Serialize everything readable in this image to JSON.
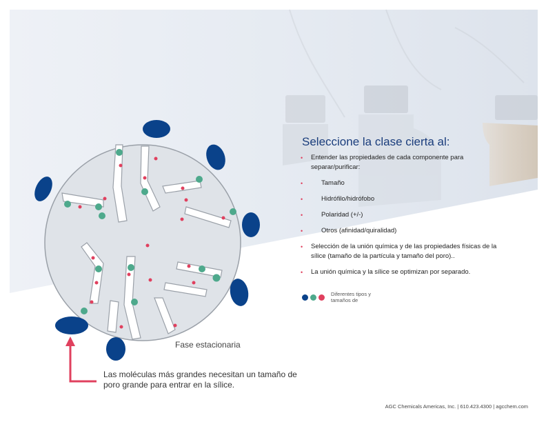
{
  "heading": "Seleccione la clase cierta al:",
  "bullets": [
    {
      "text": "Entender las propiedades de cada componente para separar/purificar:",
      "level": 0
    },
    {
      "text": "Tamaño",
      "level": 1
    },
    {
      "text": "Hidrófilo/hidrófobo",
      "level": 1
    },
    {
      "text": "Polaridad (+/-)",
      "level": 1
    },
    {
      "text": "Otros (afinidad/quiralidad)",
      "level": 1
    },
    {
      "text": "Selección de la unión química y de las propiedades físicas de la sílice (tamaño de la partícula y tamaño del poro)..",
      "level": 0
    },
    {
      "text": "La unión química y la sílice se optimizan por separado.",
      "level": 0
    }
  ],
  "legend_label": "Diferentes tipos y tamaños de",
  "phase_label": "Fase estacionaria",
  "caption": "Las moléculas más grandes necesitan un tamaño de poro grande para entrar en la sílice.",
  "footer": "AGC Chemicals Americas, Inc.  |  610.423.4300  |  agcchem.com",
  "colors": {
    "large_molecule": "#0a428a",
    "medium_molecule": "#4ea98c",
    "small_molecule": "#e0405e",
    "silica_fill": "#dfe3e8",
    "silica_stroke": "#9aa0a8",
    "heading": "#1a3d7c",
    "arrow": "#e0405e"
  }
}
